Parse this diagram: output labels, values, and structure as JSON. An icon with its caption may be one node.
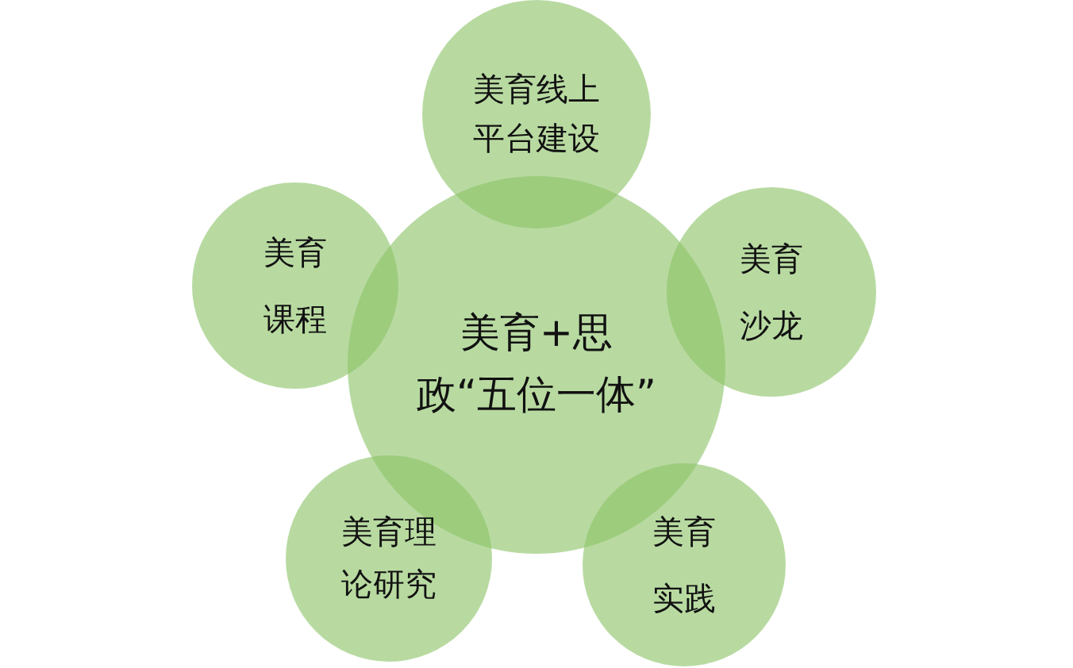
{
  "diagram": {
    "nodes": [
      {
        "text": [
          "美育线上平台建设"
        ]
      },
      {
        "text": [
          "美育课程"
        ]
      },
      {
        "text": [
          "美育+思政“五位一体”"
        ]
      },
      {
        "text": [
          "美育沙龙"
        ]
      },
      {
        "text": [
          "美育理论研究"
        ]
      },
      {
        "text": [
          "美育实践"
        ]
      }
    ]
  }
}
